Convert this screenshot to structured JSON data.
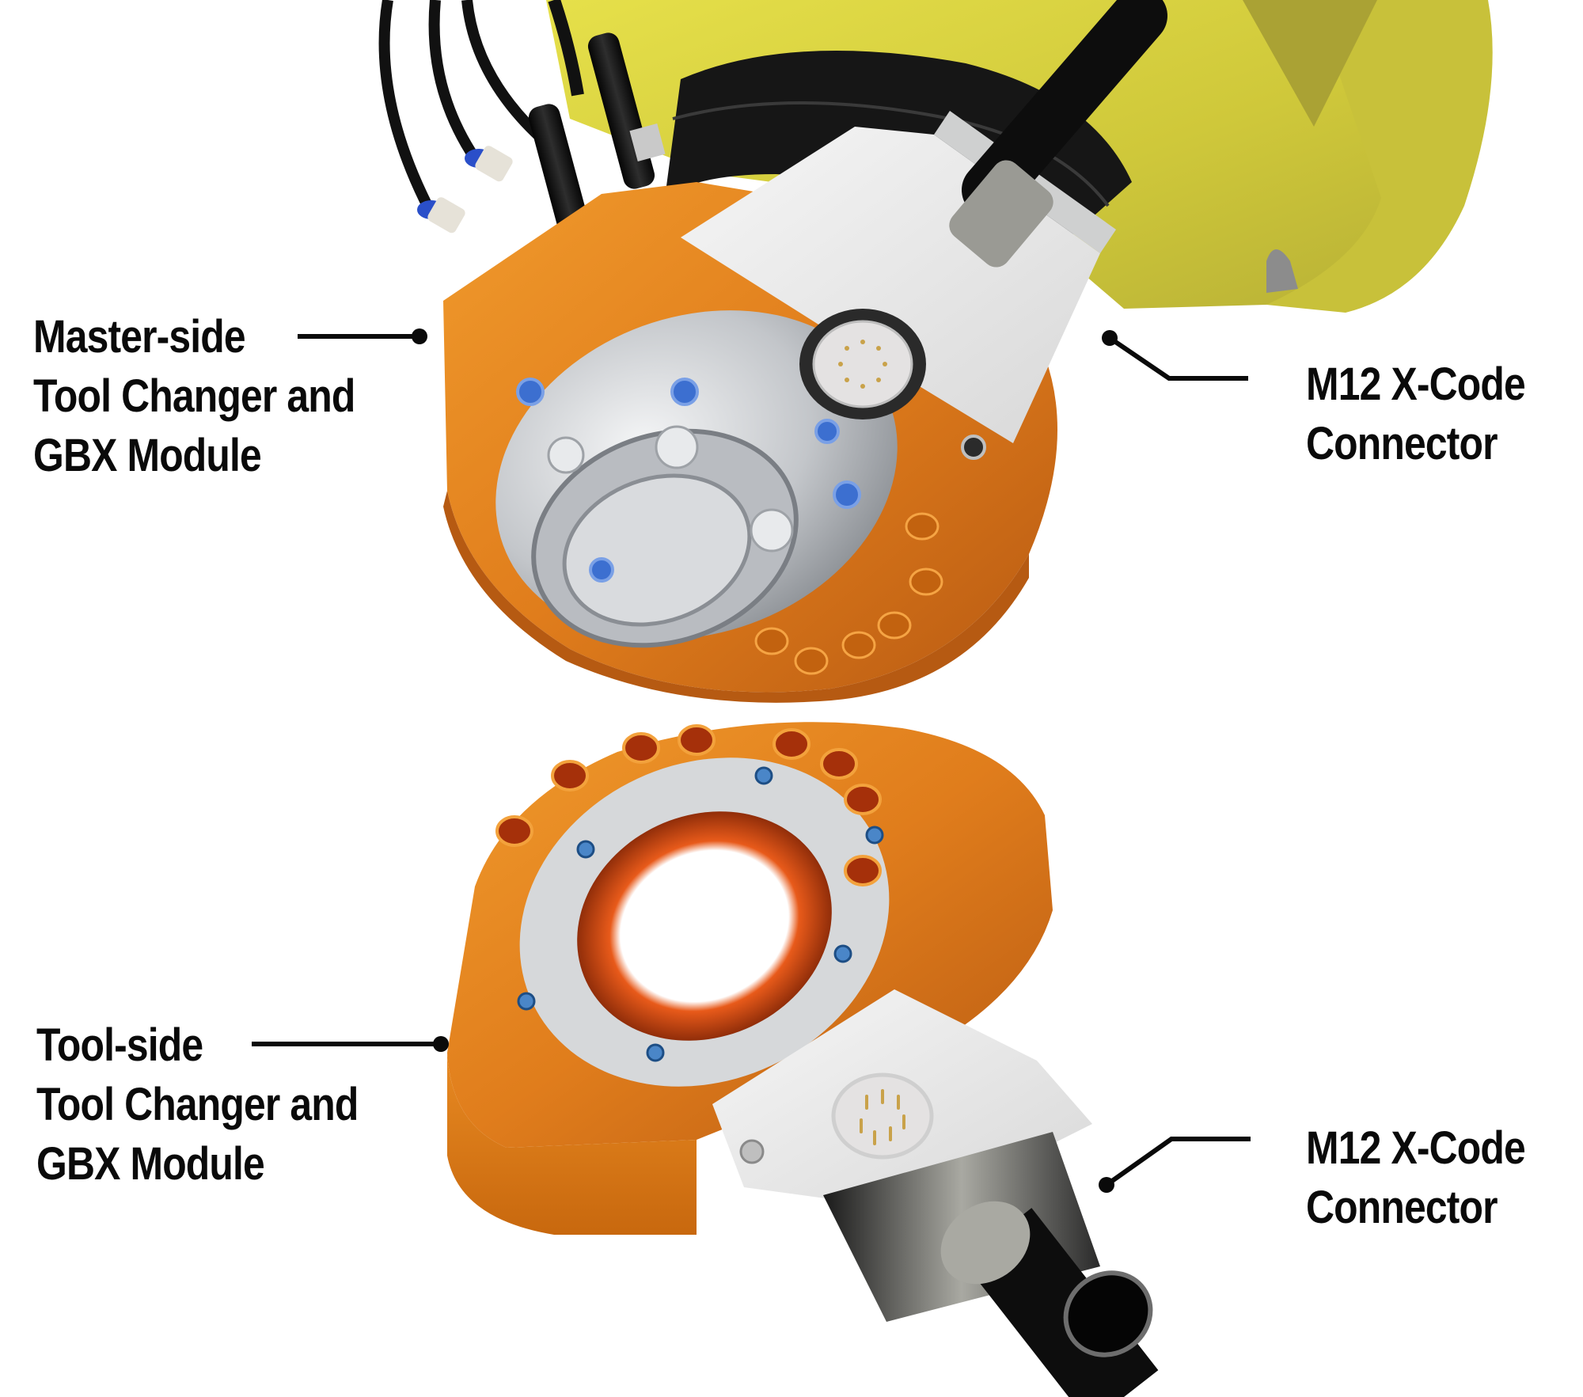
{
  "figure": {
    "subject": "Robot tool changer with GBX module and M12 X-Code connectors",
    "colors": {
      "background": "#ffffff",
      "robot_arm_yellow": "#d8d23a",
      "tool_changer_orange": "#e07d1c",
      "steel": "#c9ccd0",
      "connector_housing": "#ececec",
      "cable_black": "#111111",
      "fitting_blue": "#2a4fc9",
      "label_text": "#0a0a0a",
      "leader_line": "#0a0a0a"
    }
  },
  "callouts": {
    "master_side": {
      "lines": [
        "Master-side",
        "Tool Changer and",
        "GBX Module"
      ]
    },
    "master_connector": {
      "lines": [
        "M12 X-Code",
        "Connector"
      ]
    },
    "tool_side": {
      "lines": [
        "Tool-side",
        "Tool Changer and",
        "GBX Module"
      ]
    },
    "tool_connector": {
      "lines": [
        "M12 X-Code",
        "Connector"
      ]
    }
  }
}
